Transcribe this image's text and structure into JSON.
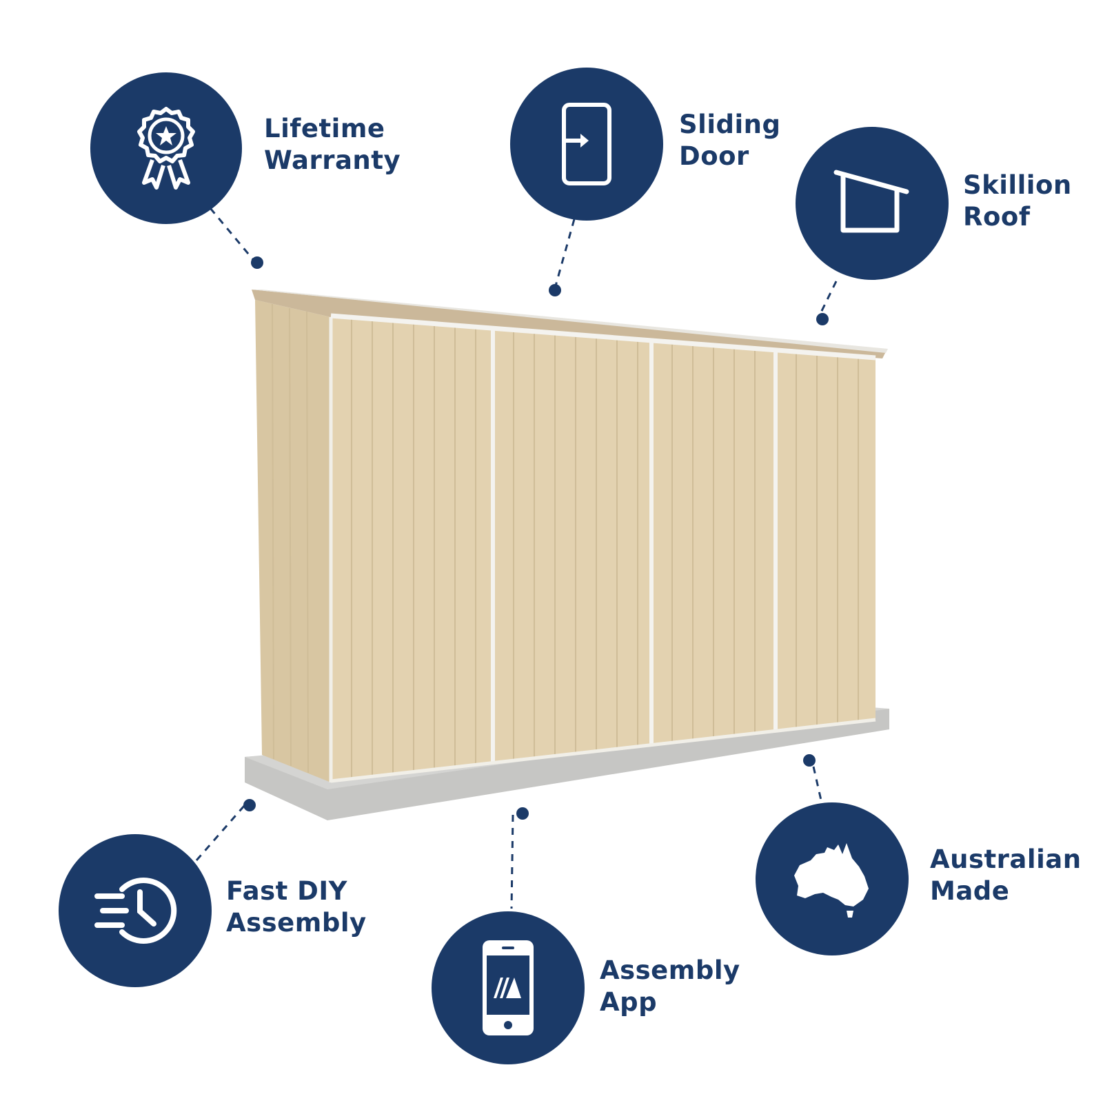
{
  "colors": {
    "brand": "#1b3a68",
    "shed": "#e3d2b0",
    "trim": "#f4f3ef",
    "slab": "#c9c9c7"
  },
  "features": [
    {
      "icon": "award-ribbon-icon",
      "line1": "Lifetime",
      "line2": "Warranty"
    },
    {
      "icon": "sliding-door-icon",
      "line1": "Sliding",
      "line2": "Door"
    },
    {
      "icon": "skillion-roof-icon",
      "line1": "Skillion",
      "line2": "Roof"
    },
    {
      "icon": "fast-clock-icon",
      "line1": "Fast DIY",
      "line2": "Assembly"
    },
    {
      "icon": "smartphone-app-icon",
      "line1": "Assembly",
      "line2": "App"
    },
    {
      "icon": "australia-map-icon",
      "line1": "Australian",
      "line2": "Made"
    }
  ]
}
